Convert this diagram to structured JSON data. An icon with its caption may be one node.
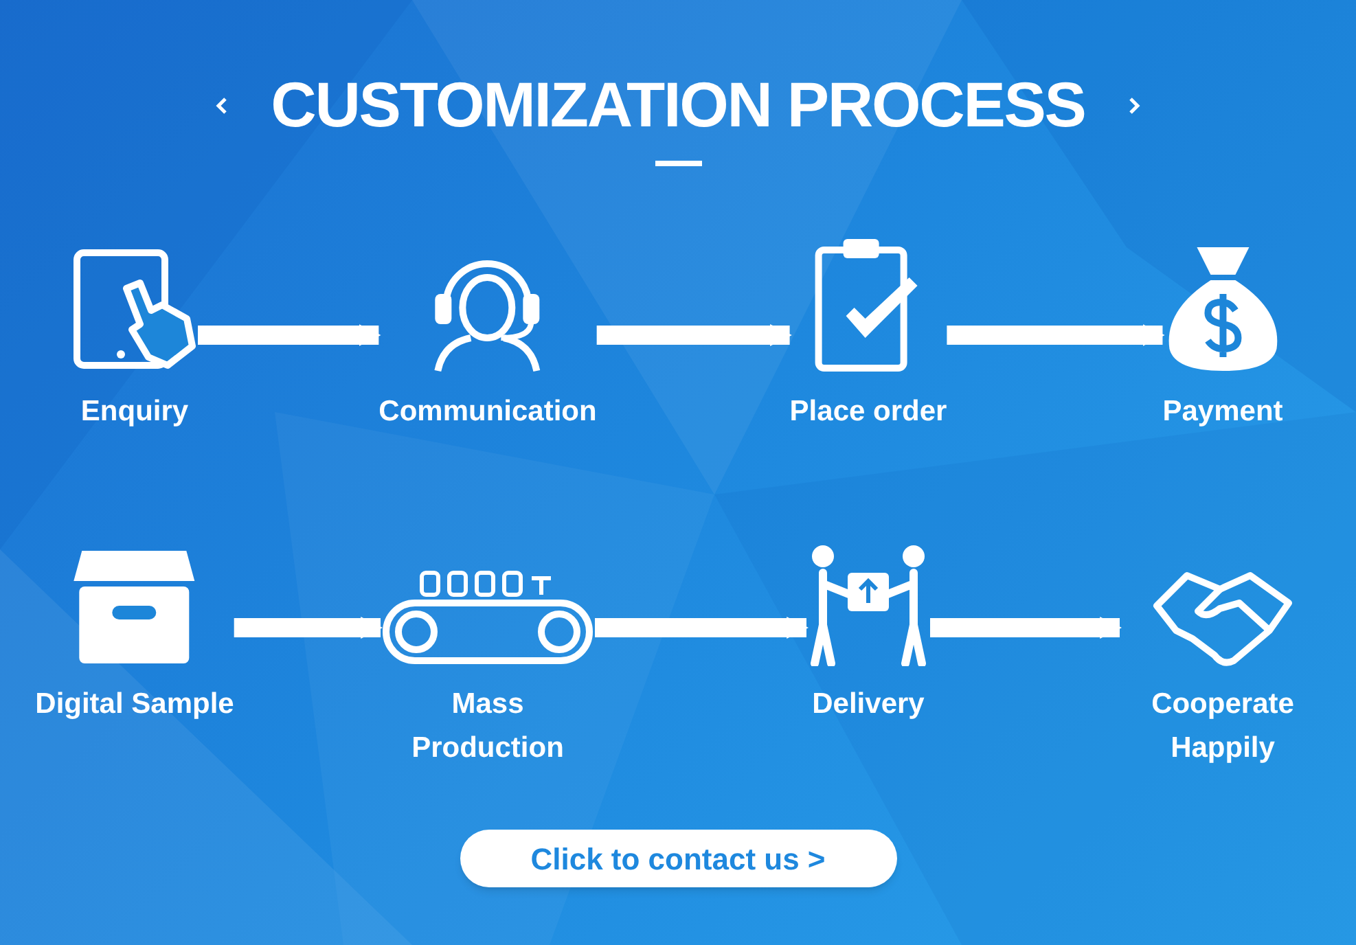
{
  "diagram": {
    "title": "CUSTOMIZATION PROCESS",
    "nodes": [
      {
        "text": [
          "Enquiry"
        ]
      },
      {
        "text": [
          "Communication"
        ]
      },
      {
        "text": [
          "Place order"
        ]
      },
      {
        "text": [
          "Payment"
        ]
      },
      {
        "text": [
          "Digital Sample"
        ]
      },
      {
        "text": [
          "Mass Production"
        ]
      },
      {
        "text": [
          "Delivery"
        ]
      },
      {
        "text": [
          "Cooperate Happily"
        ]
      }
    ],
    "edges": [
      {
        "from": 0,
        "to": 1,
        "arrow": "to"
      },
      {
        "from": 1,
        "to": 2,
        "arrow": "to"
      },
      {
        "from": 2,
        "to": 3,
        "arrow": "to"
      },
      {
        "from": 4,
        "to": 5,
        "arrow": "to"
      },
      {
        "from": 5,
        "to": 6,
        "arrow": "to"
      },
      {
        "from": 6,
        "to": 7,
        "arrow": "to"
      }
    ],
    "labels": [
      "Click to contact us >"
    ]
  }
}
